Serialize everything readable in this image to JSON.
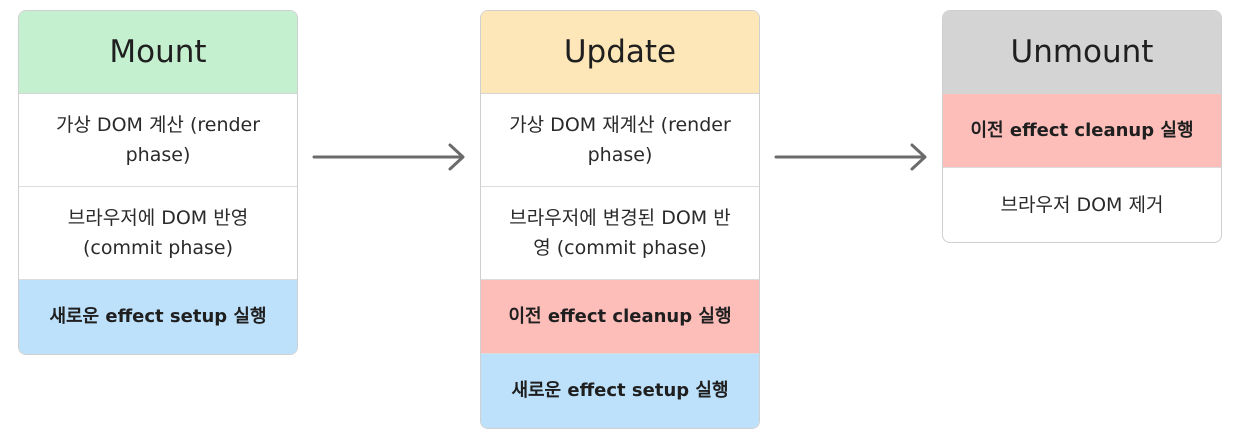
{
  "colors": {
    "mount_header": "#c5f0d0",
    "update_header": "#fde7b8",
    "unmount_header": "#d4d4d4",
    "cleanup": "#fdbeba",
    "setup": "#bde1fb",
    "arrow": "#6b6b6b"
  },
  "mount": {
    "title": "Mount",
    "steps": [
      "가상 DOM 계산 (render phase)",
      "브라우저에 DOM 반영 (commit phase)",
      "새로운 effect setup 실행"
    ]
  },
  "update": {
    "title": "Update",
    "steps": [
      "가상 DOM 재계산 (render phase)",
      "브라우저에 변경된 DOM 반영 (commit phase)",
      "이전 effect cleanup 실행",
      "새로운 effect setup 실행"
    ]
  },
  "unmount": {
    "title": "Unmount",
    "steps": [
      "이전 effect cleanup 실행",
      "브라우저 DOM 제거"
    ]
  }
}
